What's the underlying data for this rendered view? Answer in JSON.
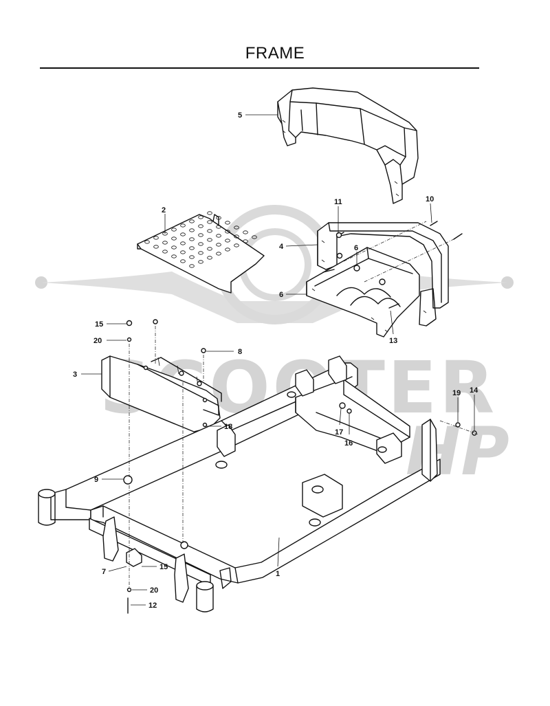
{
  "title": "FRAME",
  "watermark": {
    "text": "SCOOTER",
    "script": "HP"
  },
  "callouts": {
    "c1": "1",
    "c2": "2",
    "c3": "3",
    "c4": "4",
    "c5": "5",
    "c6a": "6",
    "c6b": "6",
    "c7": "7",
    "c8": "8",
    "c9": "9",
    "c10": "10",
    "c11": "11",
    "c12": "12",
    "c13": "13",
    "c14": "14",
    "c15a": "15",
    "c15b": "15",
    "c16": "16",
    "c17": "17",
    "c18": "18",
    "c19": "19",
    "c20a": "20",
    "c20b": "20"
  },
  "colors": {
    "line": "#111111",
    "watermark": "#d0d0d0",
    "background": "#ffffff"
  }
}
